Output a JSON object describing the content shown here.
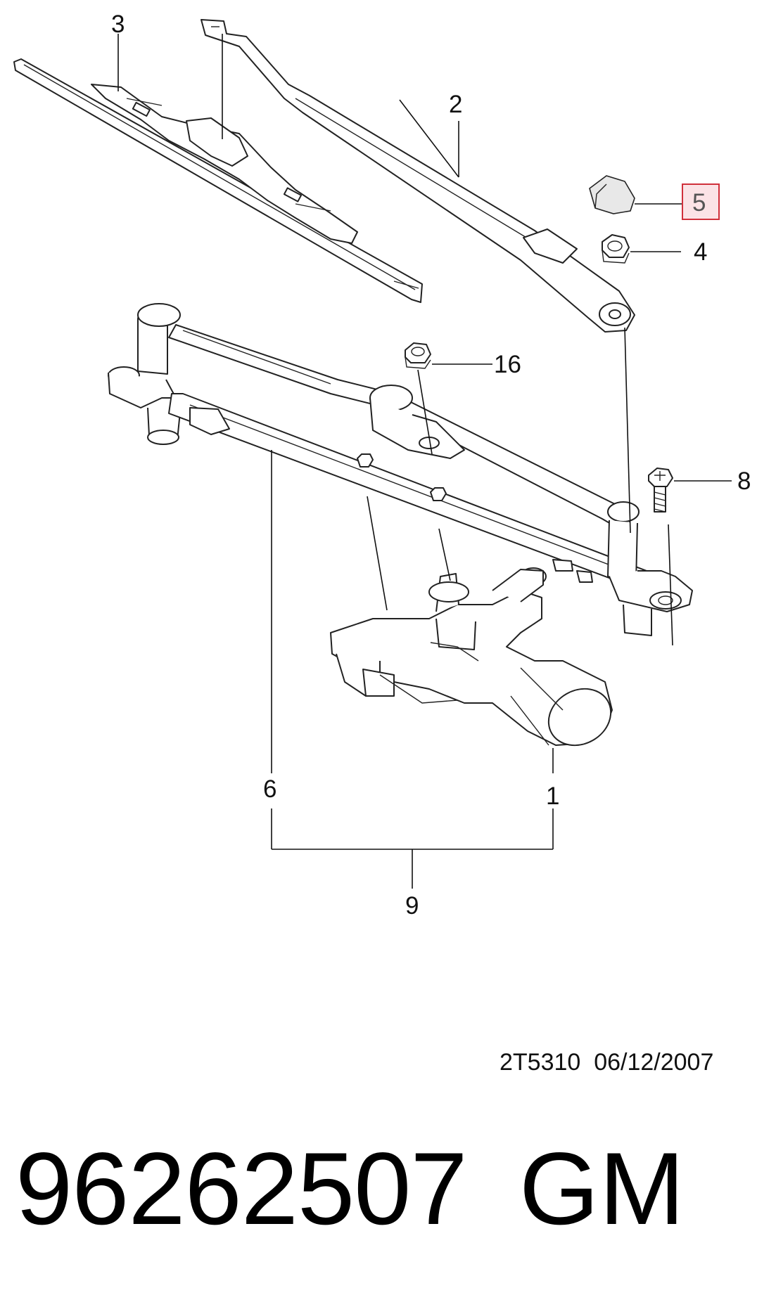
{
  "callouts": {
    "c1": "1",
    "c2": "2",
    "c3": "3",
    "c4": "4",
    "c5": "5",
    "c6": "6",
    "c8": "8",
    "c9": "9",
    "c16": "16"
  },
  "highlighted_callout": "5",
  "colors": {
    "highlight_border": "#d0303b",
    "highlight_fill": "#fbe3e6",
    "line": "#222222"
  },
  "footer": {
    "drawing_ref": "2T5310  06/12/2007",
    "part_number": "96262507",
    "brand": "GM"
  }
}
